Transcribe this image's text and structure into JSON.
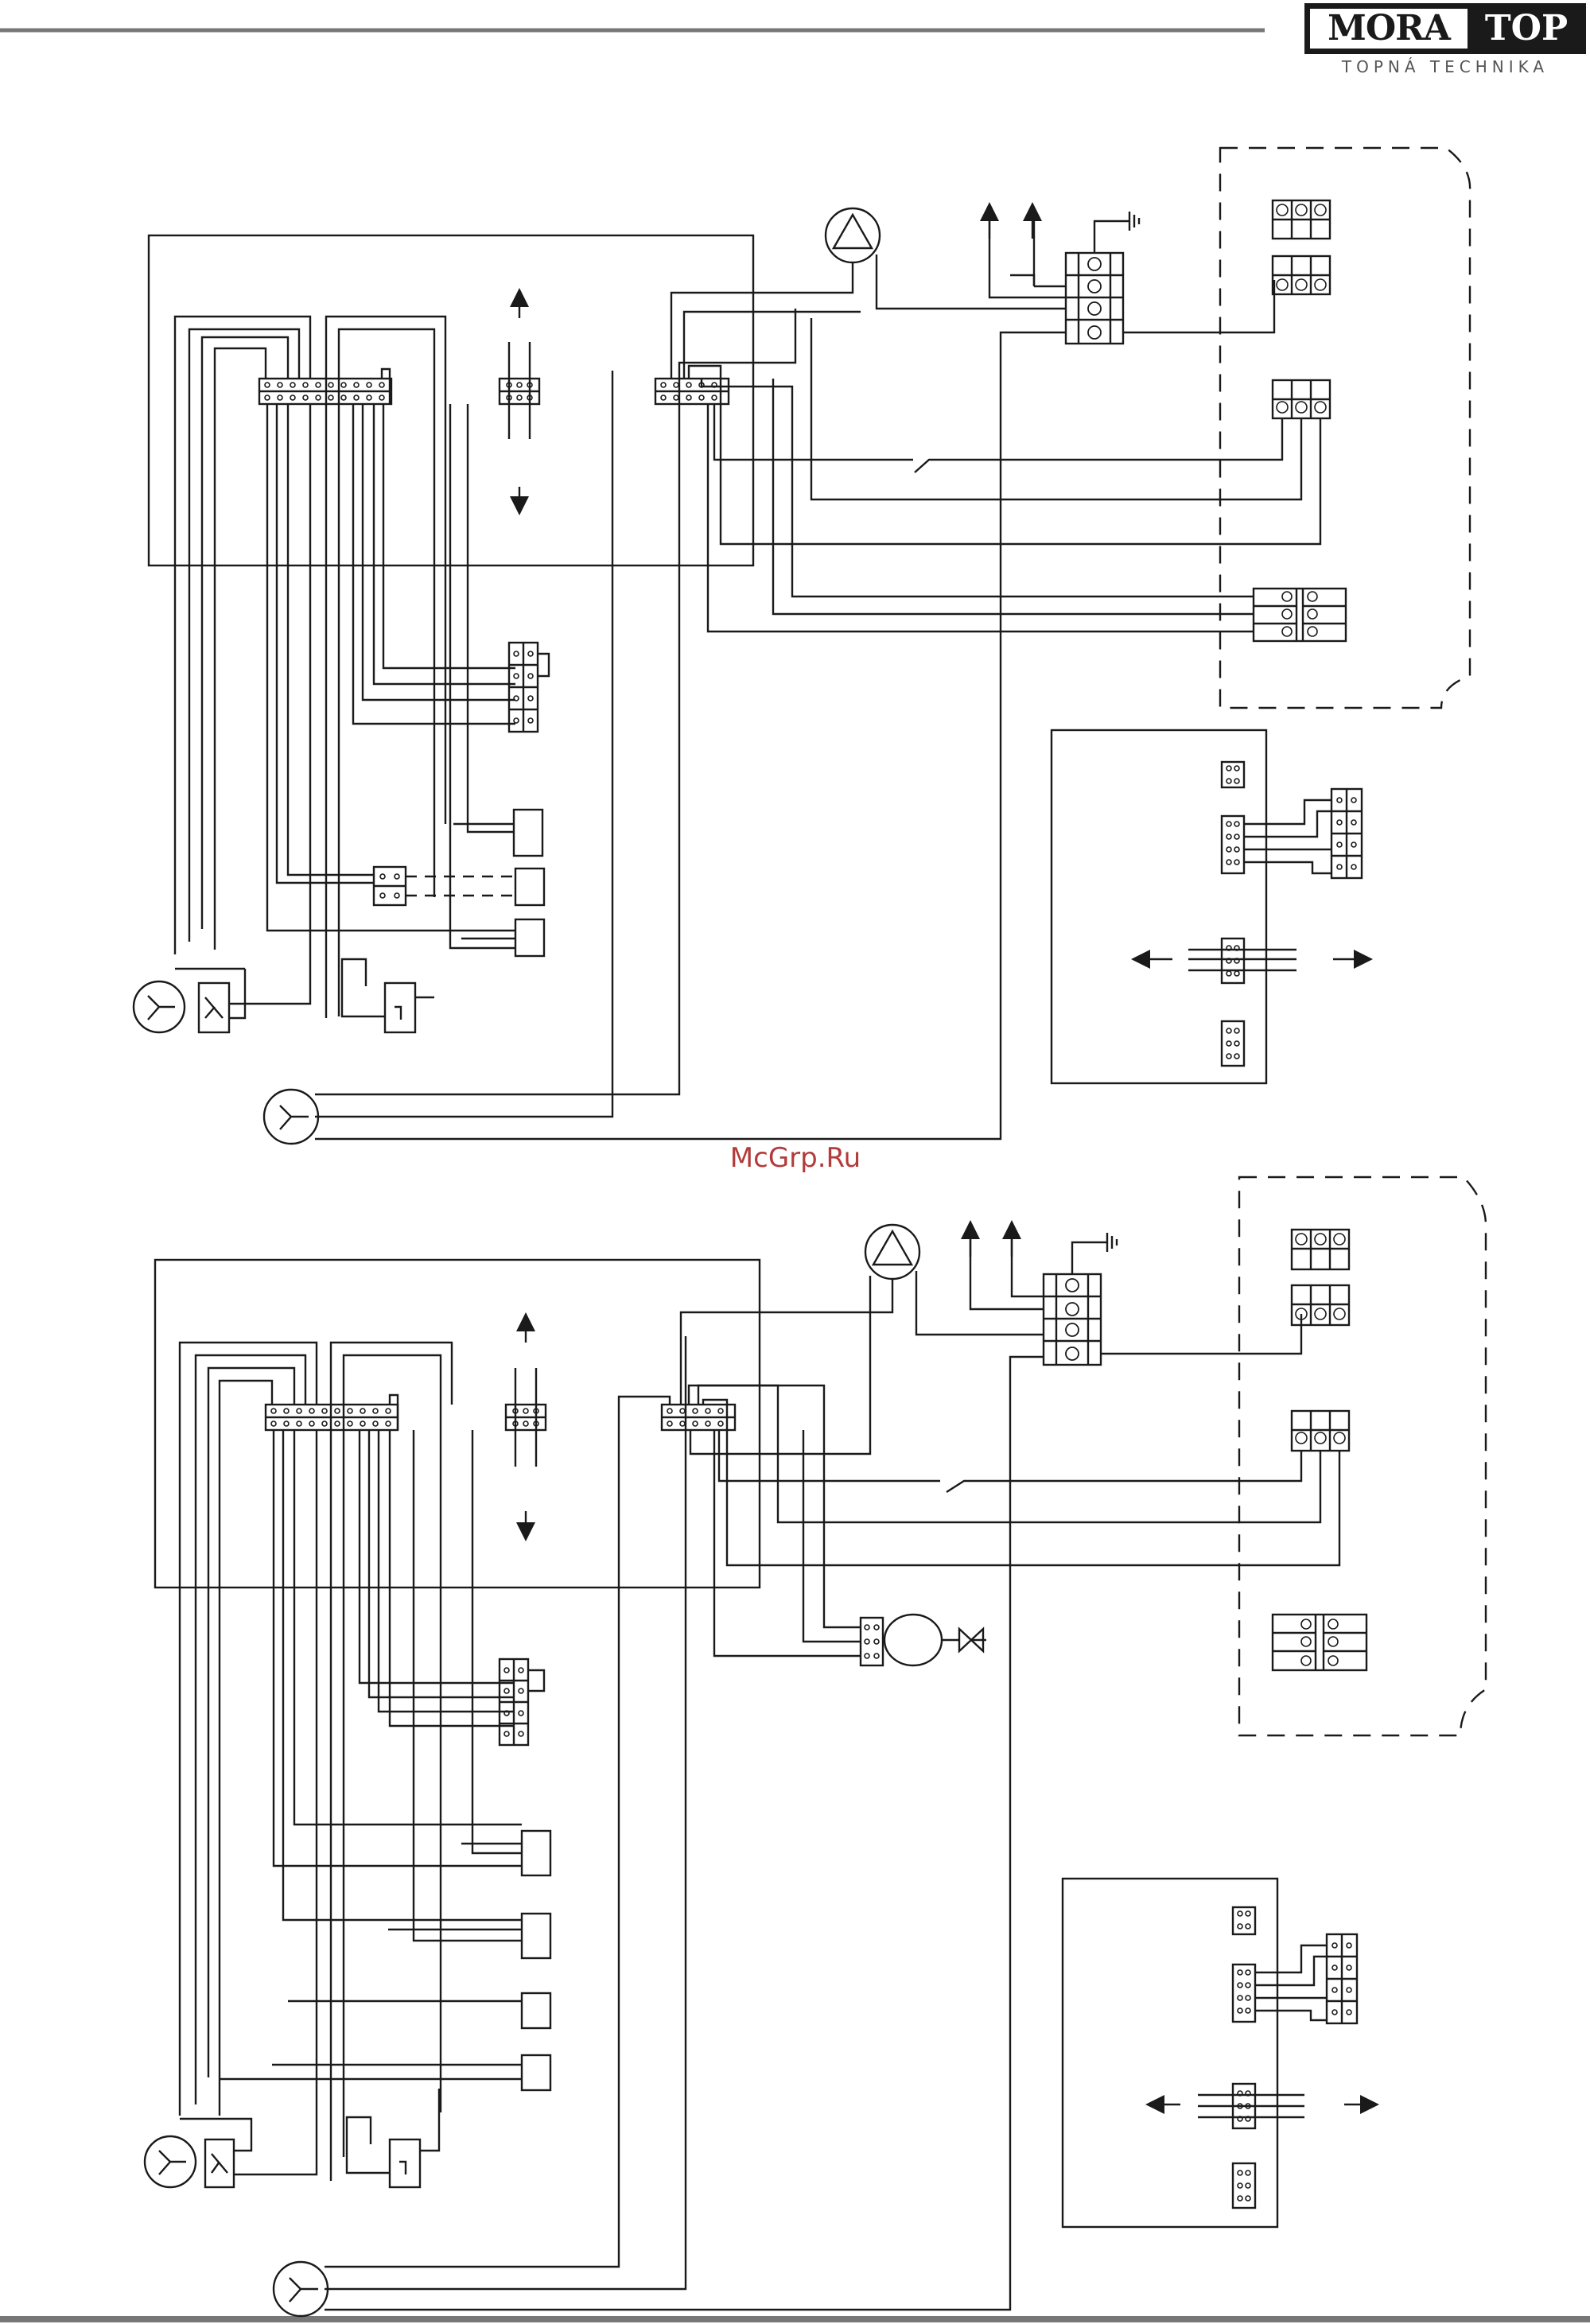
{
  "header": {
    "logo_left": "MORA",
    "logo_right": "TOP",
    "logo_subtitle": "TOPNÁ TECHNIKA"
  },
  "watermark": "McGrp.Ru",
  "colors": {
    "line": "#1a1a1a",
    "bar": "#777777",
    "watermark": "#b33b3b"
  }
}
